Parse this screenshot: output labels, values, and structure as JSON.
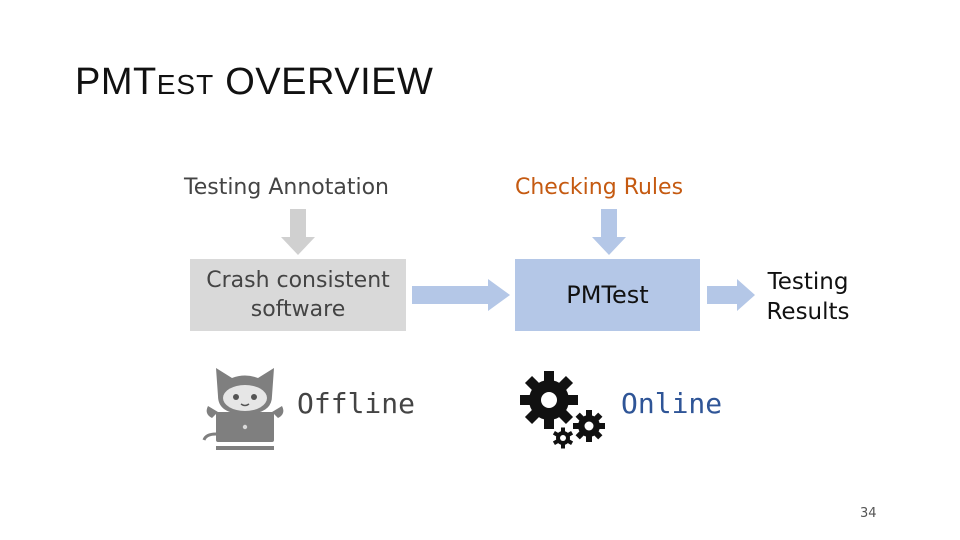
{
  "slide": {
    "title_prefix": "PMT",
    "title_smallcaps": "EST",
    "title_suffix": " OVERVIEW",
    "page_number": "34"
  },
  "diagram": {
    "testing_annotation": "Testing Annotation",
    "checking_rules": "Checking Rules",
    "crash_box_line1": "Crash consistent",
    "crash_box_line2": "software",
    "pmtest_box": "PMTest",
    "results_line1": "Testing",
    "results_line2": "Results",
    "offline_label": "Offline",
    "online_label": "Online"
  },
  "colors": {
    "orange_label": "#c55a11",
    "online_blue": "#2f5597",
    "gray_box": "#d9d9d9",
    "blue_box": "#b4c7e7",
    "down_arrow": "#d0d0d0",
    "right_arrow": "#b4c7e7"
  },
  "icons": [
    "octocat-laptop-icon",
    "gears-icon"
  ]
}
